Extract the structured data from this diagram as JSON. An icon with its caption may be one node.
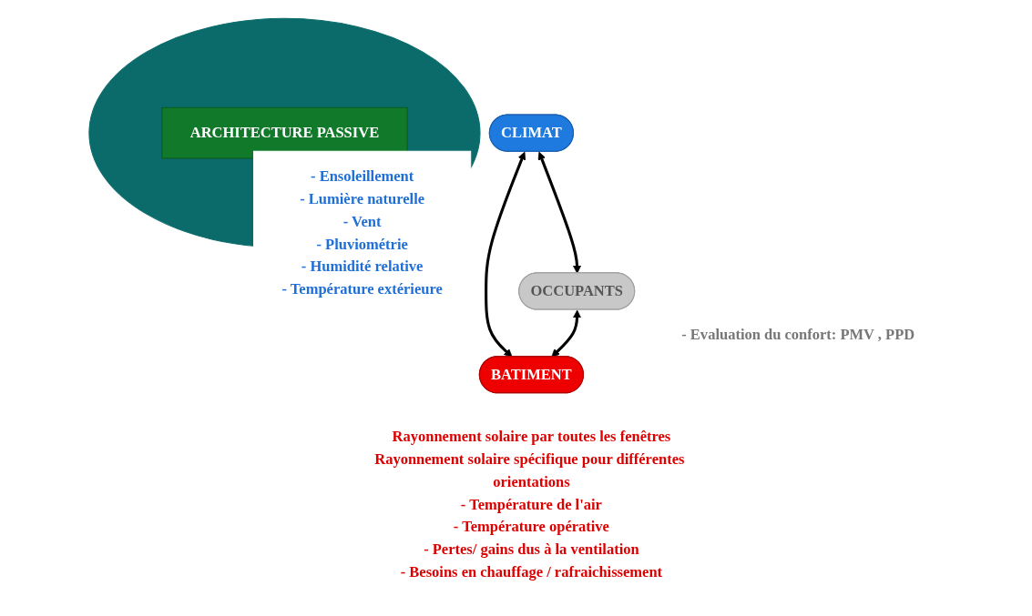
{
  "diagram": {
    "nodes": [
      {
        "text": [
          "CLIMAT"
        ],
        "beside": [
          "- Ensoleillement",
          "- Lumière naturelle",
          "- Vent",
          "- Pluviométrie",
          "- Humidité relative",
          "- Température extérieure"
        ]
      },
      {
        "text": [
          "OCCUPANTS"
        ],
        "beside": [
          "- Evaluation du confort: PMV , PPD"
        ]
      },
      {
        "text": [],
        "shape": "circle"
      },
      {
        "text": [
          "ARCHITECTURE PASSIVE"
        ],
        "in": 2
      },
      {
        "text": [
          "BATIMENT"
        ],
        "beside": [
          "Rayonnement solaire par toutes les fenêtres",
          "Rayonnement solaire spécifique pour différentes orientations",
          "- Température de l'air",
          "- Température opérative",
          "- Pertes/ gains dus à la ventilation",
          "- Besoins en chauffage / rafraichissement"
        ]
      }
    ],
    "edges": [
      {
        "from": 0,
        "to": 1,
        "arrow": "both"
      },
      {
        "from": 0,
        "to": 4,
        "arrow": "both"
      },
      {
        "from": 1,
        "to": 4,
        "arrow": "both"
      }
    ]
  }
}
